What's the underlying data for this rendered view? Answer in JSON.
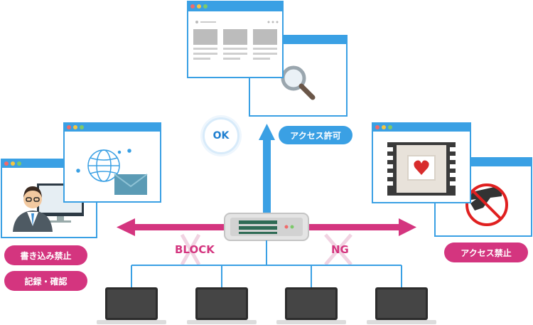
{
  "labels": {
    "ok": "OK",
    "access_allowed": "アクセス許可",
    "block": "BLOCK",
    "ng": "NG",
    "write_prohibited": "書き込み禁止",
    "record_confirm": "記録・確認",
    "access_prohibited": "アクセス禁止"
  },
  "colors": {
    "frame_blue": "#3aa0e4",
    "window_border": "#3aa0e4",
    "arrow_blue": "#3aa0e4",
    "arrow_pink": "#d4357f",
    "pill_pink": "#d4357f",
    "pill_blue": "#3aa0e4",
    "dot_red": "#f06a6a",
    "dot_yellow": "#f5c542",
    "dot_green": "#7cc96a",
    "network_line": "#3aa0e4"
  },
  "icons": [
    "magnifier-icon",
    "globe-icon",
    "envelope-icon",
    "user-avatar-icon",
    "film-heart-icon",
    "prohibited-gun-icon",
    "router-icon",
    "laptop-icon"
  ]
}
